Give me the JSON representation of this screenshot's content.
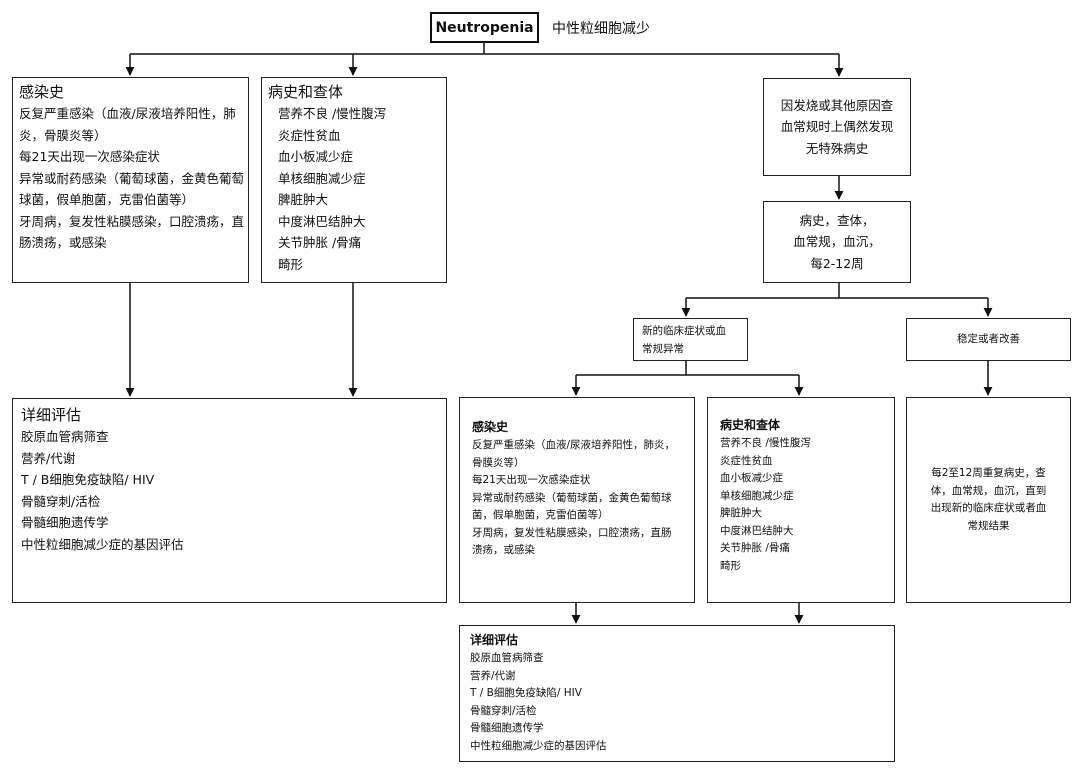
{
  "title": {
    "en": "Neutropenia",
    "zh": "中性粒细胞减少"
  },
  "infection_history": {
    "title": "感染史",
    "lines": [
      "反复严重感染（血液/尿液培养阳性，肺",
      "炎，骨膜炎等）",
      "每21天出现一次感染症状",
      "异常或耐药感染（葡萄球菌，金黄色葡萄",
      "球菌，假单胞菌，克雷伯菌等）",
      "牙周病，复发性粘膜感染，口腔溃疡，直",
      "肠溃疡，或感染"
    ]
  },
  "history_exam": {
    "title": "病史和查体",
    "lines": [
      "营养不良 /慢性腹泻",
      "炎症性贫血",
      "血小板减少症",
      "单核细胞减少症",
      "脾脏肿大",
      "中度淋巴结肿大",
      "关节肿胀 /骨痛",
      "畸形"
    ]
  },
  "incidental": {
    "lines": [
      "因发烧或其他原因查",
      "血常规时上偶然发现",
      "无特殊病史"
    ]
  },
  "followup": {
    "lines": [
      "病史，查体，",
      "血常规，血沉，",
      "每2-12周"
    ]
  },
  "new_symptoms": {
    "lines": [
      "新的临床症状或血",
      "常规异常"
    ]
  },
  "stable": {
    "text": "稳定或者改善"
  },
  "detailed_eval": {
    "title": "详细评估",
    "lines": [
      "胶原血管病筛查",
      "营养/代谢",
      "T / B细胞免疫缺陷/ HIV",
      "骨髓穿刺/活检",
      "骨髓细胞遗传学",
      "中性粒细胞减少症的基因评估"
    ]
  },
  "infection_history_2": {
    "title": "感染史",
    "lines": [
      "反复严重感染（血液/尿液培养阳性，肺炎，",
      "骨膜炎等）",
      "每21天出现一次感染症状",
      "异常或耐药感染（葡萄球菌，金黄色葡萄球",
      "菌，假单胞菌，克雷伯菌等）",
      "牙周病，复发性粘膜感染，口腔溃疡，直肠",
      "溃疡，或感染"
    ]
  },
  "history_exam_2": {
    "title": "病史和查体",
    "lines": [
      "营养不良 /慢性腹泻",
      "炎症性贫血",
      "血小板减少症",
      "单核细胞减少症",
      "脾脏肿大",
      "中度淋巴结肿大",
      "关节肿胀 /骨痛",
      "畸形"
    ]
  },
  "repeat": {
    "lines": [
      "每2至12周重复病史，查",
      "体，血常规，血沉，直到",
      "出现新的临床症状或者血",
      "常规结果"
    ]
  },
  "detailed_eval_2": {
    "title": "详细评估",
    "lines": [
      "胶原血管病筛查",
      "营养/代谢",
      "T / B细胞免疫缺陷/ HIV",
      "骨髓穿刺/活检",
      "骨髓细胞遗传学",
      "中性粒细胞减少症的基因评估"
    ]
  }
}
